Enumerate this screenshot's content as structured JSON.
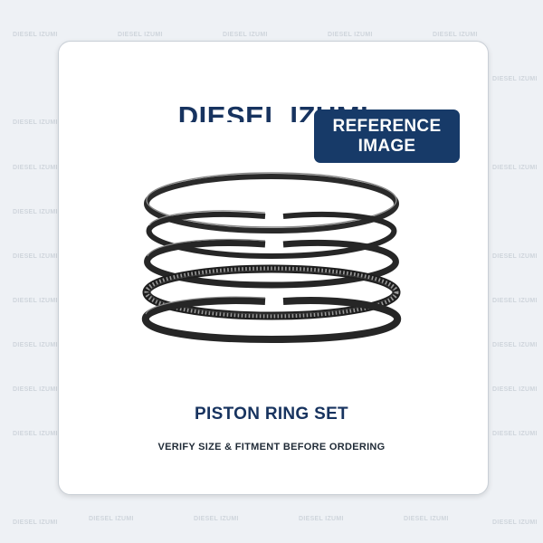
{
  "brand": {
    "name": "DIESEL IZUMI"
  },
  "badge": {
    "line1": "REFERENCE",
    "line2": "IMAGE"
  },
  "product": {
    "title": "PISTON RING SET"
  },
  "note": {
    "text": "VERIFY SIZE & FITMENT BEFORE ORDERING"
  },
  "watermark": {
    "text": "DIESEL IZUMI"
  },
  "colors": {
    "brand_navy": "#17335f",
    "badge_bg": "#173a68",
    "page_bg": "#eef1f5",
    "card_bg": "#ffffff",
    "ring_dark": "#2b2b2b"
  }
}
